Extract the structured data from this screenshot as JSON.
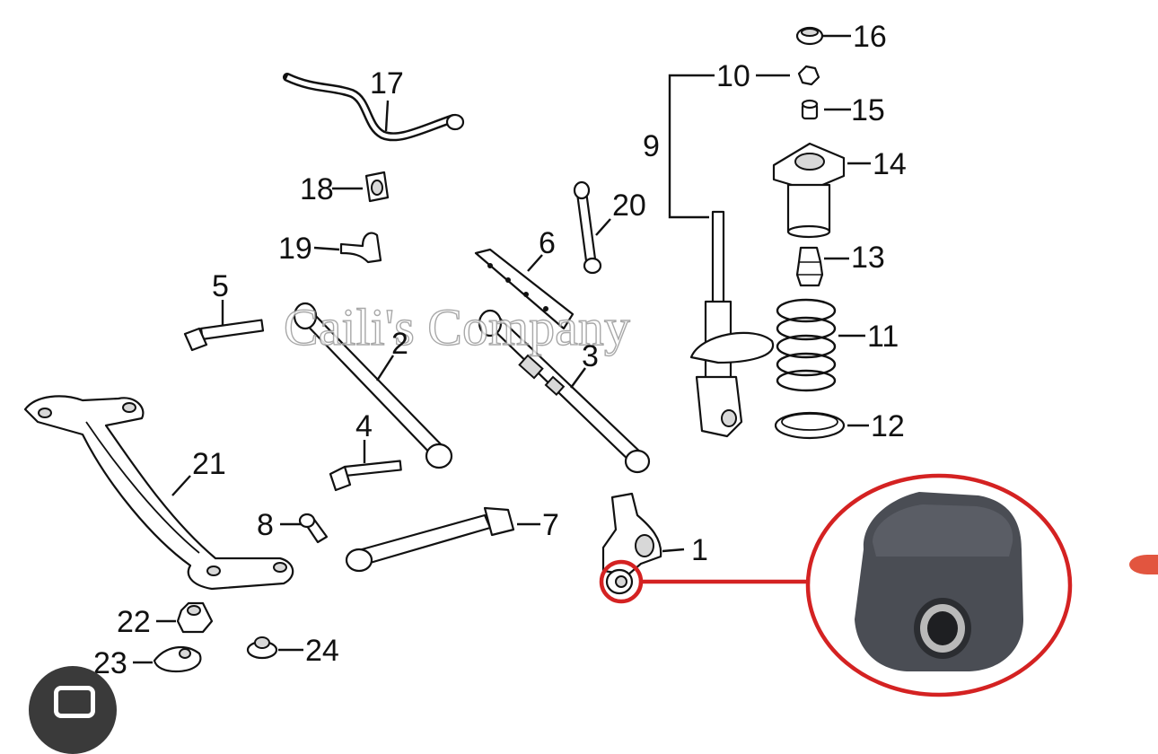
{
  "watermark": "Caili's Company",
  "labels": [
    "1",
    "2",
    "3",
    "4",
    "5",
    "6",
    "7",
    "8",
    "9",
    "10",
    "11",
    "12",
    "13",
    "14",
    "15",
    "16",
    "17",
    "18",
    "19",
    "20",
    "21",
    "22",
    "23",
    "24"
  ],
  "highlight": {
    "color": "#d42222",
    "target_part": "1"
  },
  "icons": {
    "camera_badge": "camera-icon",
    "edge_mark": "arrow-edge-icon"
  }
}
